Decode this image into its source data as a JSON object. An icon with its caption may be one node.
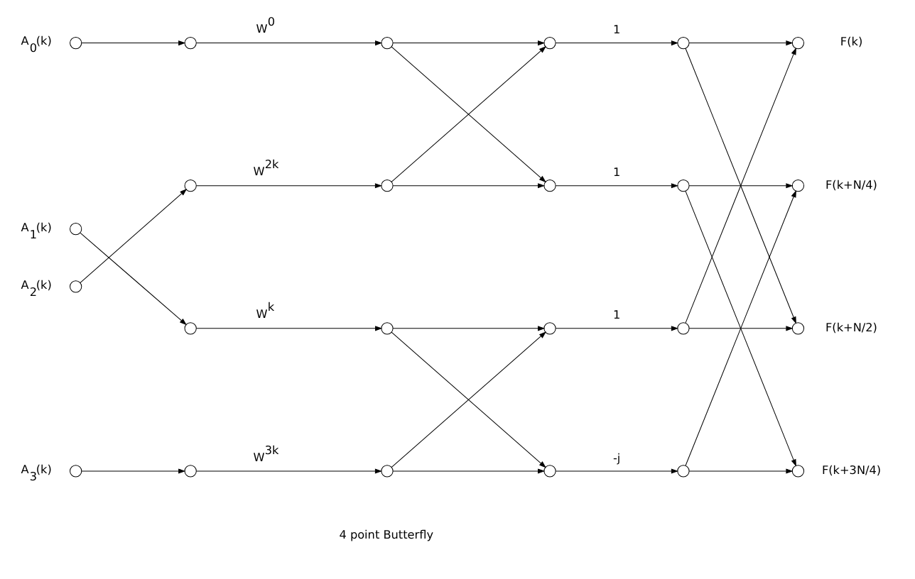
{
  "diagram": {
    "nodes": [
      {
        "text": [],
        "shape": "circle",
        "beside": [
          "A$_{0}$(k)"
        ]
      },
      {
        "text": [],
        "shape": "circle",
        "beside": [
          "A$_{1}$(k)"
        ]
      },
      {
        "text": [],
        "shape": "circle",
        "beside": [
          "A$_{2}$(k)"
        ]
      },
      {
        "text": [],
        "shape": "circle",
        "beside": [
          "A$_{3}$(k)"
        ]
      },
      {
        "text": [],
        "shape": "circle"
      },
      {
        "text": [],
        "shape": "circle"
      },
      {
        "text": [],
        "shape": "circle"
      },
      {
        "text": [],
        "shape": "circle"
      },
      {
        "text": [],
        "shape": "circle"
      },
      {
        "text": [],
        "shape": "circle"
      },
      {
        "text": [],
        "shape": "circle"
      },
      {
        "text": [],
        "shape": "circle"
      },
      {
        "text": [],
        "shape": "circle"
      },
      {
        "text": [],
        "shape": "circle"
      },
      {
        "text": [],
        "shape": "circle"
      },
      {
        "text": [],
        "shape": "circle"
      },
      {
        "text": [],
        "shape": "circle"
      },
      {
        "text": [],
        "shape": "circle"
      },
      {
        "text": [],
        "shape": "circle"
      },
      {
        "text": [],
        "shape": "circle"
      },
      {
        "text": [],
        "shape": "circle",
        "beside": [
          "F(k)"
        ]
      },
      {
        "text": [],
        "shape": "circle",
        "beside": [
          "F(k+N/4)"
        ]
      },
      {
        "text": [],
        "shape": "circle",
        "beside": [
          "F(k+N/2)"
        ]
      },
      {
        "text": [],
        "shape": "circle",
        "beside": [
          "F(k+3N/4)"
        ]
      }
    ],
    "edges": [
      {
        "from": 0,
        "to": 4,
        "arrow": "to"
      },
      {
        "from": 1,
        "to": 6,
        "arrow": "to"
      },
      {
        "from": 2,
        "to": 5,
        "arrow": "to"
      },
      {
        "from": 3,
        "to": 7,
        "arrow": "to"
      },
      {
        "from": 4,
        "to": 8,
        "arrow": "to",
        "label": "W$^{0}$"
      },
      {
        "from": 5,
        "to": 9,
        "arrow": "to",
        "label": "W$^{2k}$"
      },
      {
        "from": 6,
        "to": 10,
        "arrow": "to",
        "label": "W$^{k}$"
      },
      {
        "from": 7,
        "to": 11,
        "arrow": "to",
        "label": "W$^{3k}$"
      },
      {
        "from": 8,
        "to": 12,
        "arrow": "to"
      },
      {
        "from": 8,
        "to": 13,
        "arrow": "to"
      },
      {
        "from": 9,
        "to": 12,
        "arrow": "to"
      },
      {
        "from": 9,
        "to": 13,
        "arrow": "to"
      },
      {
        "from": 10,
        "to": 14,
        "arrow": "to"
      },
      {
        "from": 10,
        "to": 15,
        "arrow": "to"
      },
      {
        "from": 11,
        "to": 14,
        "arrow": "to"
      },
      {
        "from": 11,
        "to": 15,
        "arrow": "to"
      },
      {
        "from": 12,
        "to": 16,
        "arrow": "to",
        "label": "1"
      },
      {
        "from": 13,
        "to": 17,
        "arrow": "to",
        "label": "1"
      },
      {
        "from": 14,
        "to": 18,
        "arrow": "to",
        "label": "1"
      },
      {
        "from": 15,
        "to": 19,
        "arrow": "to",
        "label": "-j"
      },
      {
        "from": 16,
        "to": 20,
        "arrow": "to"
      },
      {
        "from": 16,
        "to": 22,
        "arrow": "to"
      },
      {
        "from": 17,
        "to": 21,
        "arrow": "to"
      },
      {
        "from": 17,
        "to": 23,
        "arrow": "to"
      },
      {
        "from": 18,
        "to": 20,
        "arrow": "to"
      },
      {
        "from": 18,
        "to": 22,
        "arrow": "to"
      },
      {
        "from": 19,
        "to": 21,
        "arrow": "to"
      },
      {
        "from": 19,
        "to": 23,
        "arrow": "to"
      }
    ],
    "labels": [
      "4 point Butterfly"
    ]
  }
}
